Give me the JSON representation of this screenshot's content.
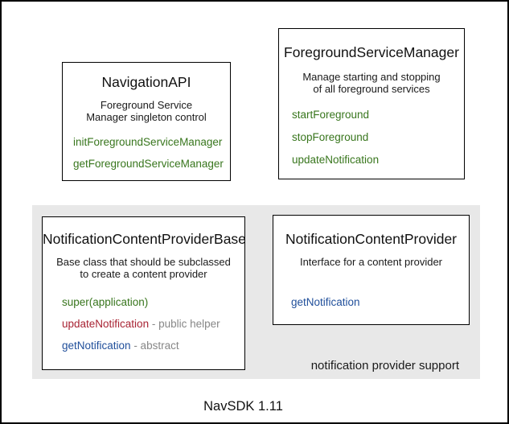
{
  "diagram": {
    "footer_title": "NavSDK 1.11",
    "panel_caption": "notification provider support",
    "colors": {
      "method_green": "#38761d",
      "method_red": "#a82333",
      "method_blue": "#1f4e9a",
      "suffix_gray": "#878787",
      "panel_background": "#e8e8e8",
      "box_border": "#000000",
      "canvas_border": "#000000"
    },
    "boxes": [
      {
        "id": "navigation-api",
        "title": "NavigationAPI",
        "description": [
          "Foreground Service",
          "Manager singleton control"
        ],
        "methods": [
          {
            "label": "initForegroundServiceManager",
            "color": "green"
          },
          {
            "label": "getForegroundServiceManager",
            "color": "green"
          }
        ]
      },
      {
        "id": "foreground-service-manager",
        "title": "ForegroundServiceManager",
        "description": [
          "Manage starting and stopping",
          "of all foreground services"
        ],
        "methods": [
          {
            "label": "startForeground",
            "color": "green"
          },
          {
            "label": "stopForeground",
            "color": "green"
          },
          {
            "label": "updateNotification",
            "color": "green"
          }
        ]
      },
      {
        "id": "notification-content-provider-base",
        "title": "NotificationContentProviderBase",
        "description": [
          "Base class that should be subclassed",
          "to create a content provider"
        ],
        "methods": [
          {
            "label": "super(application)",
            "color": "green"
          },
          {
            "label": "updateNotification",
            "color": "red",
            "suffix": " - public helper"
          },
          {
            "label": "getNotification",
            "color": "blue",
            "suffix": " - abstract"
          }
        ]
      },
      {
        "id": "notification-content-provider",
        "title": "NotificationContentProvider",
        "description": [
          "Interface for a content provider"
        ],
        "methods": [
          {
            "label": "getNotification",
            "color": "blue"
          }
        ]
      }
    ]
  }
}
